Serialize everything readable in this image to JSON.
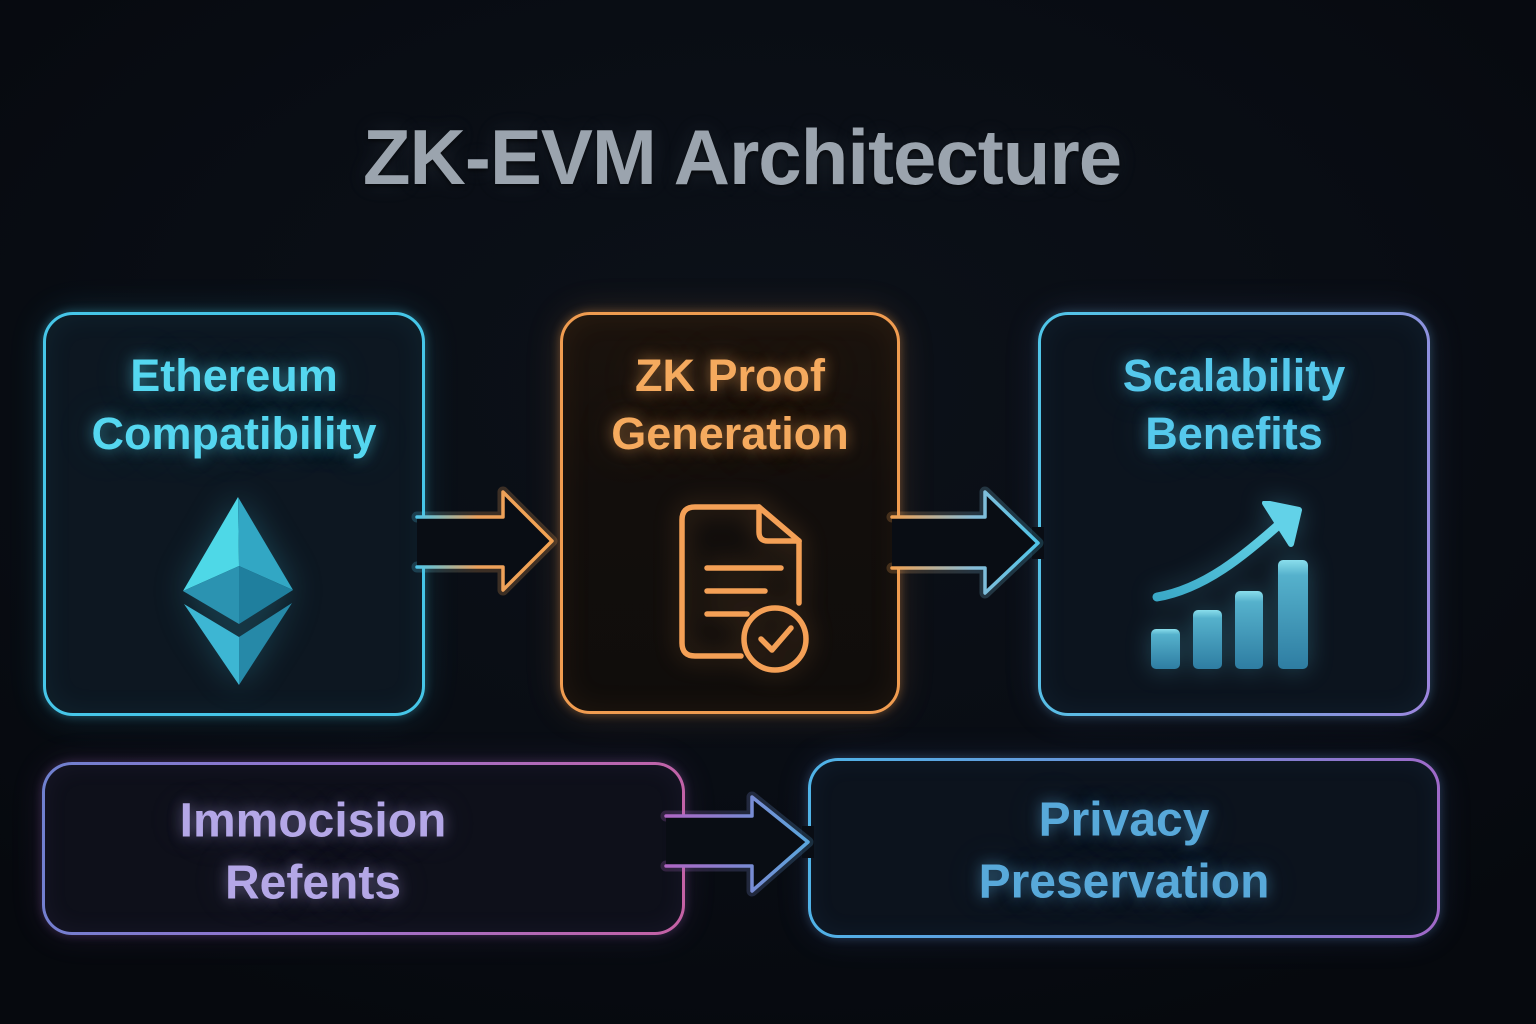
{
  "title": "ZK-EVM Architecture",
  "nodes": {
    "ethereum": {
      "line1": "Ethereum",
      "line2": "Compatibility",
      "icon": "ethereum-logo",
      "text_color": "#55d7f0",
      "border_color": "#46c6e8"
    },
    "zk_proof": {
      "line1": "ZK Proof",
      "line2": "Generation",
      "icon": "document-check",
      "text_color": "#f5aa5e",
      "border_color": "#f09c50"
    },
    "scalability": {
      "line1": "Scalability",
      "line2": "Benefits",
      "icon": "growth-bar-chart",
      "text_color": "#55c9ec",
      "border_gradient": [
        "#4fc6e9",
        "#9d85de"
      ]
    },
    "immocision": {
      "line1": "Immocision",
      "line2": "Refents",
      "text_color": "#b4a7e7",
      "border_gradient": [
        "#6f80cf",
        "#c561a4"
      ]
    },
    "privacy": {
      "line1": "Privacy",
      "line2": "Preservation",
      "text_color": "#58a9da",
      "border_gradient": [
        "#4fb4e8",
        "#a168c8"
      ]
    }
  },
  "connectors": [
    {
      "from": "ethereum",
      "to": "zk_proof",
      "icon": "arrow-right",
      "gradient": [
        "#50c6e9",
        "#f2a252"
      ]
    },
    {
      "from": "zk_proof",
      "to": "scalability",
      "icon": "arrow-right",
      "gradient": [
        "#f2a252",
        "#4fc4e8"
      ]
    },
    {
      "from": "immocision",
      "to": "privacy",
      "icon": "arrow-right",
      "gradient": [
        "#b066c4",
        "#58a8dd"
      ]
    }
  ],
  "colors": {
    "background": "#090d14",
    "title": "#9ba4ae"
  }
}
